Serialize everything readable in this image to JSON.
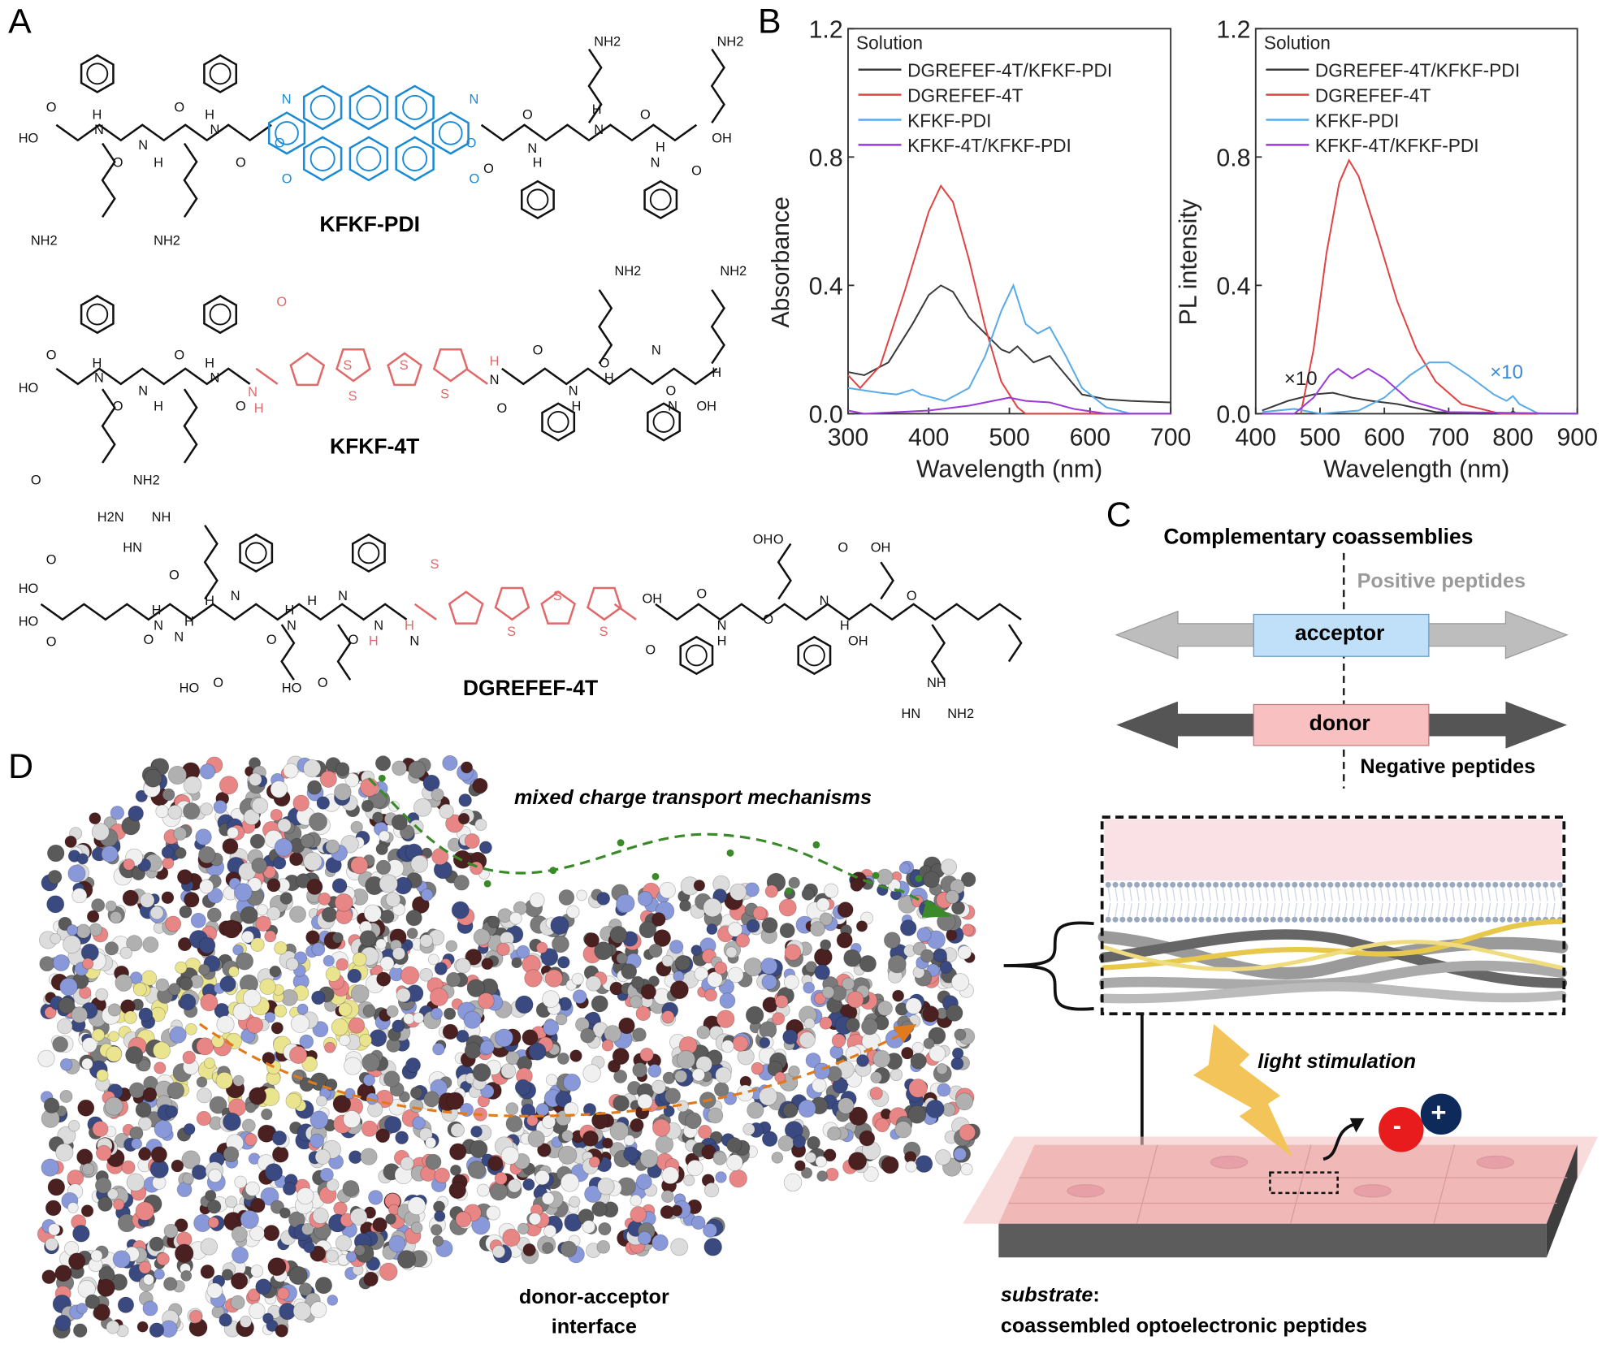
{
  "panels": {
    "a": "A",
    "b": "B",
    "c": "C",
    "d": "D"
  },
  "panel_a": {
    "molecules": [
      {
        "name": "KFKF-PDI",
        "atoms": [
          "HO",
          "O",
          "H",
          "N",
          "O",
          "N",
          "H",
          "O",
          "H",
          "N",
          "O",
          "O",
          "N",
          "O",
          "O",
          "N",
          "O",
          "O",
          "N",
          "H",
          "O",
          "H",
          "N",
          "O",
          "N",
          "H",
          "OH",
          "O",
          "NH2",
          "NH2",
          "NH2",
          "NH2"
        ]
      },
      {
        "name": "KFKF-4T",
        "atoms": [
          "HO",
          "O",
          "H",
          "N",
          "O",
          "N",
          "H",
          "O",
          "H",
          "N",
          "O",
          "O",
          "N",
          "H",
          "S",
          "S",
          "S",
          "S",
          "H",
          "N",
          "O",
          "O",
          "N",
          "H",
          "O",
          "H",
          "N",
          "O",
          "N",
          "H",
          "OH",
          "O",
          "NH2",
          "NH2",
          "NH2",
          "NH2"
        ]
      },
      {
        "name": "DGREFEF-4T",
        "atoms": [
          "HO",
          "HO",
          "O",
          "O",
          "H2N",
          "NH",
          "HN",
          "O",
          "N",
          "H",
          "O",
          "N",
          "H",
          "HO",
          "O",
          "H",
          "N",
          "O",
          "N",
          "H",
          "HO",
          "O",
          "H",
          "N",
          "O",
          "N",
          "H",
          "S",
          "S",
          "S",
          "S",
          "H",
          "N",
          "O",
          "OH",
          "O",
          "N",
          "H",
          "O",
          "OH",
          "O",
          "N",
          "H",
          "OH",
          "O",
          "OH",
          "O",
          "NH",
          "HN",
          "NH2"
        ]
      }
    ],
    "colors": {
      "pdi": "#1a8ad4",
      "thiophene": "#e06a6a"
    }
  },
  "chart_data": [
    {
      "type": "line",
      "title": "",
      "annotation": "Solution",
      "xlabel": "Wavelength (nm)",
      "ylabel": "Absorbance",
      "xlim": [
        300,
        700
      ],
      "ylim": [
        0.0,
        1.2
      ],
      "xticks": [
        300,
        400,
        500,
        600,
        700
      ],
      "yticks": [
        "0.0",
        "0.4",
        "0.8",
        "1.2"
      ],
      "legend_placement": "top-left",
      "series": [
        {
          "name": "DGREFEF-4T/KFKF-PDI",
          "color": "#3a3a3a",
          "x": [
            300,
            320,
            350,
            380,
            400,
            415,
            430,
            450,
            470,
            490,
            500,
            510,
            530,
            550,
            570,
            590,
            620,
            650,
            700
          ],
          "y": [
            0.13,
            0.12,
            0.16,
            0.28,
            0.37,
            0.4,
            0.38,
            0.3,
            0.25,
            0.2,
            0.19,
            0.21,
            0.16,
            0.18,
            0.12,
            0.06,
            0.045,
            0.04,
            0.035
          ]
        },
        {
          "name": "DGREFEF-4T",
          "color": "#e04444",
          "x": [
            300,
            315,
            340,
            370,
            400,
            415,
            430,
            450,
            470,
            490,
            510,
            520,
            600,
            700
          ],
          "y": [
            0.12,
            0.08,
            0.15,
            0.38,
            0.63,
            0.71,
            0.66,
            0.48,
            0.27,
            0.1,
            0.02,
            0.0,
            0.0,
            0.0
          ]
        },
        {
          "name": "KFKF-PDI",
          "color": "#5aaae6",
          "x": [
            300,
            340,
            360,
            380,
            390,
            420,
            450,
            470,
            490,
            505,
            520,
            535,
            550,
            570,
            590,
            620,
            650,
            700
          ],
          "y": [
            0.08,
            0.065,
            0.06,
            0.075,
            0.06,
            0.04,
            0.08,
            0.18,
            0.32,
            0.4,
            0.28,
            0.25,
            0.27,
            0.18,
            0.08,
            0.02,
            0.0,
            0.0
          ]
        },
        {
          "name": "KFKF-4T/KFKF-PDI",
          "color": "#9a3ad8",
          "x": [
            300,
            320,
            400,
            450,
            500,
            520,
            550,
            580,
            620,
            700
          ],
          "y": [
            0.01,
            0.0,
            0.01,
            0.025,
            0.05,
            0.04,
            0.035,
            0.015,
            0.0,
            0.0
          ]
        }
      ]
    },
    {
      "type": "line",
      "title": "",
      "annotation": "Solution",
      "xlabel": "Wavelength (nm)",
      "ylabel": "PL intensity",
      "xlim": [
        400,
        900
      ],
      "ylim": [
        0.0,
        1.2
      ],
      "xticks": [
        400,
        500,
        600,
        700,
        800,
        900
      ],
      "yticks": [
        "0.0",
        "0.4",
        "0.8",
        "1.2"
      ],
      "legend_placement": "top-left",
      "annotations": [
        {
          "text": "×10",
          "x": 470,
          "y": 0.09,
          "color": "#222222"
        },
        {
          "text": "×10",
          "x": 790,
          "y": 0.11,
          "color": "#3a8ad4"
        }
      ],
      "series": [
        {
          "name": "DGREFEF-4T/KFKF-PDI",
          "color": "#3a3a3a",
          "x": [
            410,
            450,
            490,
            520,
            550,
            580,
            620,
            680,
            750,
            795,
            800,
            805,
            900
          ],
          "y": [
            0.01,
            0.04,
            0.06,
            0.065,
            0.05,
            0.04,
            0.03,
            0.005,
            0.0,
            0.0,
            0.008,
            0.0,
            0.0
          ]
        },
        {
          "name": "DGREFEF-4T",
          "color": "#e04444",
          "x": [
            470,
            490,
            510,
            530,
            545,
            560,
            590,
            620,
            650,
            680,
            720,
            780,
            900
          ],
          "y": [
            0.0,
            0.2,
            0.5,
            0.72,
            0.79,
            0.74,
            0.55,
            0.35,
            0.2,
            0.1,
            0.03,
            0.0,
            0.0
          ]
        },
        {
          "name": "KFKF-PDI",
          "color": "#5aaae6",
          "x": [
            410,
            460,
            500,
            560,
            600,
            640,
            670,
            700,
            730,
            770,
            790,
            800,
            810,
            840,
            900
          ],
          "y": [
            0.005,
            0.015,
            0.0,
            0.01,
            0.05,
            0.12,
            0.16,
            0.16,
            0.12,
            0.06,
            0.04,
            0.055,
            0.03,
            0.0,
            0.0
          ]
        },
        {
          "name": "KFKF-4T/KFKF-PDI",
          "color": "#9a3ad8",
          "x": [
            410,
            460,
            490,
            515,
            528,
            550,
            575,
            600,
            640,
            700,
            900
          ],
          "y": [
            0.0,
            0.0,
            0.05,
            0.12,
            0.14,
            0.11,
            0.14,
            0.11,
            0.04,
            0.005,
            0.0
          ]
        }
      ]
    }
  ],
  "panel_c": {
    "title": "Complementary coassemblies",
    "positive": "Positive peptides",
    "negative": "Negative peptides",
    "acceptor": "acceptor",
    "donor": "donor",
    "light": "light stimulation",
    "substrate_label": "substrate",
    "substrate_colon": ":",
    "substrate_desc": "coassembled optoelectronic peptides",
    "minus": "-",
    "plus": "+",
    "colors": {
      "acceptor": "#bfe0f8",
      "donor": "#f8c0c0"
    }
  },
  "panel_d": {
    "transport": "mixed charge transport mechanisms",
    "interface_1": "donor-acceptor",
    "interface_2": "interface"
  }
}
